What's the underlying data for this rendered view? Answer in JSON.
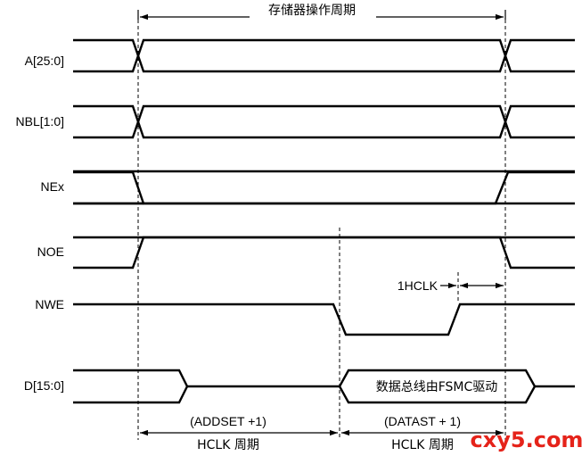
{
  "top_label": "存储器操作周期",
  "signals": [
    {
      "name": "A[25:0]"
    },
    {
      "name": "NBL[1:0]"
    },
    {
      "name": "NEx"
    },
    {
      "name": "NOE"
    },
    {
      "name": "NWE"
    },
    {
      "name": "D[15:0]"
    }
  ],
  "hclk_annotation": "1HCLK",
  "data_bus_label": "数据总线由FSMC驱动",
  "addset_label": "(ADDSET +1)",
  "addset_unit": "HCLK 周期",
  "datast_label": "(DATAST + 1)",
  "datast_unit": "HCLK 周期",
  "watermark": "cxy5.com",
  "colors": {
    "line": "#000000",
    "watermark": "#e5231a"
  }
}
